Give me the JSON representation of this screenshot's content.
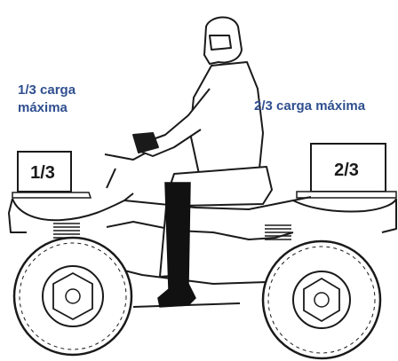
{
  "labels": {
    "front_annotation_line1": "1/3  carga",
    "front_annotation_line2": "máxima",
    "rear_annotation": "2/3 carga máxima",
    "front_box_label": "1/3",
    "rear_box_label": "2/3"
  },
  "colors": {
    "annotation_text": "#2f4f8f",
    "line_art": "#1a1a1a",
    "background": "#ffffff"
  }
}
